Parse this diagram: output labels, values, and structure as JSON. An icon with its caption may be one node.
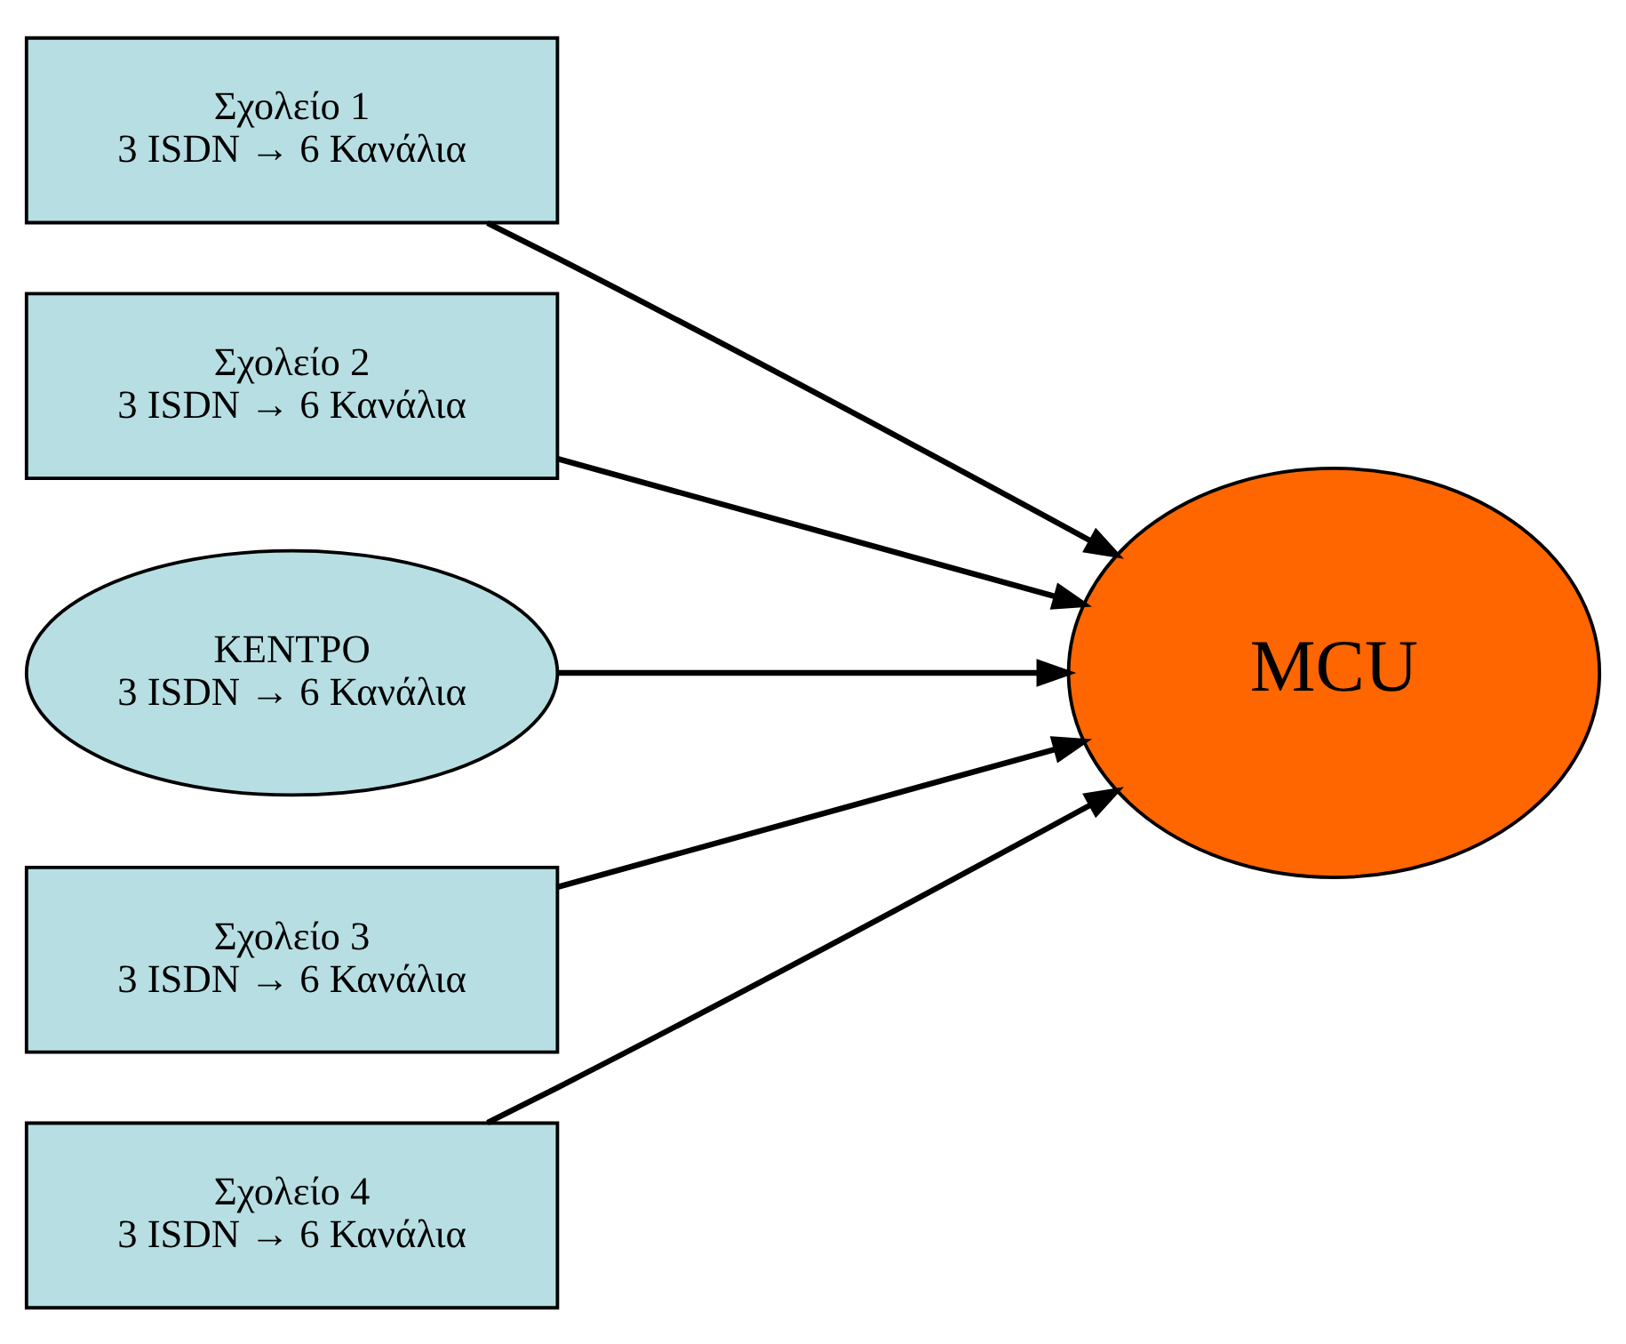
{
  "diagram": {
    "nodes": [
      {
        "text": [
          "Σχολείο 1",
          "3 ISDN → 6 Κανάλια"
        ]
      },
      {
        "text": [
          "Σχολείο 2",
          "3 ISDN → 6 Κανάλια"
        ]
      },
      {
        "text": [
          "ΚΕΝΤΡΟ",
          "3 ISDN → 6 Κανάλια"
        ]
      },
      {
        "text": [
          "Σχολείο 3",
          "3 ISDN → 6 Κανάλια"
        ]
      },
      {
        "text": [
          "Σχολείο 4",
          "3 ISDN → 6 Κανάλια"
        ]
      },
      {
        "text": [
          "MCU"
        ]
      }
    ],
    "edges": [
      {
        "from": 0,
        "to": 5,
        "arrow": "to"
      },
      {
        "from": 1,
        "to": 5,
        "arrow": "to"
      },
      {
        "from": 2,
        "to": 5,
        "arrow": "to"
      },
      {
        "from": 3,
        "to": 5,
        "arrow": "to"
      },
      {
        "from": 4,
        "to": 5,
        "arrow": "to"
      }
    ]
  }
}
